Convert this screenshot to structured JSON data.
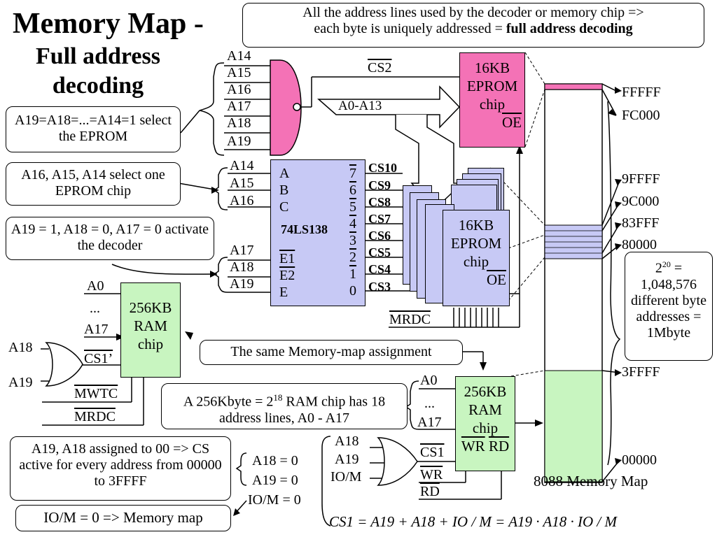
{
  "title": {
    "main": "Memory Map -",
    "sub": "Full address decoding"
  },
  "callouts": {
    "top_note_line1": "All the address lines used by the decoder or memory chip =>",
    "top_note_line2_pre": "each byte is uniquely addressed = ",
    "top_note_line2_bold": "full address decoding",
    "eprom_select": "A19=A18=...=A14=1 select the EPROM",
    "chip_select": "A16, A15, A14 select one EPROM chip",
    "activate_decoder": "A19 = 1, A18 = 0, A17 = 0 activate the decoder",
    "same_map": "The same Memory-map assignment",
    "ram_lines_pre": "A 256Kbyte = 2",
    "ram_lines_sup": "18",
    "ram_lines_post": " RAM chip has 18 address lines, A0 - A17",
    "assign_00": "A19, A18 assigned to 00 => CS active for every address from 00000 to 3FFFF",
    "io_mem": "IO/M = 0 => Memory map",
    "bytes_pre": "2",
    "bytes_sup": "20",
    "bytes_post": " = 1,048,576 different byte addresses = 1Mbyte"
  },
  "nand_inputs": [
    "A14",
    "A15",
    "A16",
    "A17",
    "A18",
    "A19"
  ],
  "cs2": "CS2",
  "a0_a13": "A0-A13",
  "eprom_top": {
    "l1": "16KB",
    "l2": "EPROM",
    "l3": "chip",
    "oe": "OE"
  },
  "decoder": {
    "name": "74LS138",
    "inputs_abc": [
      "A",
      "B",
      "C"
    ],
    "inputs_e": [
      "E1",
      "E2",
      "E"
    ],
    "outputs": [
      "7",
      "6",
      "5",
      "4",
      "3",
      "2",
      "1",
      "0"
    ],
    "sel_lines": [
      "A14",
      "A15",
      "A16"
    ],
    "en_lines": [
      "A17",
      "A18",
      "A19"
    ]
  },
  "cs_lines": [
    "CS10",
    "CS9",
    "CS8",
    "CS7",
    "CS6",
    "CS5",
    "CS4",
    "CS3"
  ],
  "eprom_bank": {
    "l1": "16KB",
    "l2": "EPROM",
    "l3": "chip",
    "oe": "OE"
  },
  "mrdc": "MRDC",
  "ram_left": {
    "l1": "256KB",
    "l2": "RAM",
    "l3": "chip",
    "a0": "A0",
    "dots": "...",
    "a17": "A17",
    "cs": "CS1’",
    "a18": "A18",
    "a19": "A19",
    "mwtc": "MWTC",
    "mrdc": "MRDC"
  },
  "ram_right": {
    "l1": "256KB",
    "l2": "RAM",
    "l3": "chip",
    "a0": "A0",
    "dots": "...",
    "a17": "A17",
    "cs1": "CS1",
    "wr_pin": "WR",
    "rd_pin": "RD",
    "or_a18": "A18",
    "or_a19": "A19",
    "or_io": "IO/M",
    "wr": "WR",
    "rd": "RD"
  },
  "conditions": [
    "A18 = 0",
    "A19 = 0",
    "IO/M = 0"
  ],
  "equation": "CS1 = A19 + A18 + IO / M = A19 · A18 · IO / M",
  "memory_map": {
    "caption": "8088 Memory Map",
    "addresses": [
      "FFFFF",
      "FC000",
      "9FFFF",
      "9C000",
      "83FFF",
      "80000",
      "3FFFF",
      "00000"
    ]
  },
  "colors": {
    "eprom_top": "#f472b6",
    "eprom_bank": "#c7c9f5",
    "ram": "#c8f5c0",
    "nand": "#f472b6"
  }
}
